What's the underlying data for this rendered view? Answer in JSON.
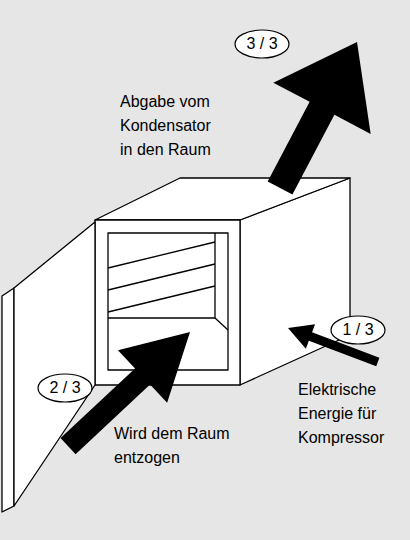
{
  "diagram": {
    "nodes": [
      {
        "text": [
          "3 / 3"
        ]
      },
      {
        "text": [
          "1 / 3"
        ]
      },
      {
        "text": [
          "2 / 3"
        ]
      }
    ],
    "labels": [
      "Abgabe vom Kondensator in den Raum",
      "Elektrische Energie für Kompressor",
      "Wird dem Raum entzogen"
    ]
  }
}
